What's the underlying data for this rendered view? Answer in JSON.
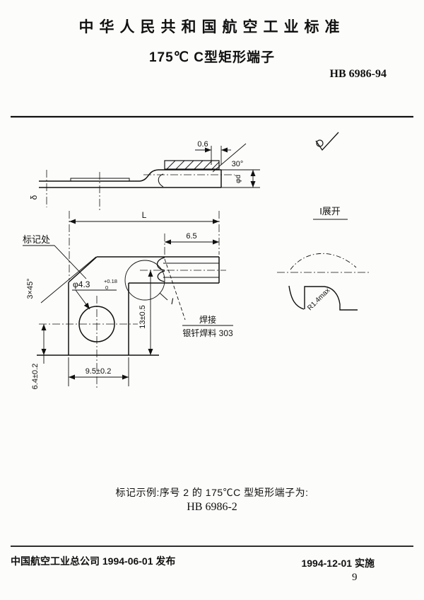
{
  "header": {
    "title": "中华人民共和国航空工业标准",
    "subtitle": "175℃ C型矩形端子",
    "standard_no": "HB 6986-94"
  },
  "drawing": {
    "surface_symbol": "no-material-removal-roughness-symbol",
    "side_view": {
      "thickness": "δ",
      "top_width": "0.6",
      "bevel_angle": "30°",
      "wire_dia": "φd"
    },
    "front_view": {
      "length": "L",
      "tongue_length": "6.5",
      "marking_label": "标记处",
      "chamfer": "3×45°",
      "hole_dia": "φ4.3",
      "hole_tol_upper": "+0.18",
      "hole_tol_lower": "0",
      "height": "13±0.5",
      "width": "9.5±0.2",
      "hole_offset": "6.4±0.2",
      "detail_ref": "I",
      "weld": "焊接",
      "solder": "银钎焊料 303"
    },
    "detail_view": {
      "title": "I展开",
      "radius": "R1.4max"
    }
  },
  "example": {
    "line1": "标记示例:序号 2 的 175℃C 型矩形端子为:",
    "line2": "HB 6986-2"
  },
  "footer": {
    "publisher": "中国航空工业总公司 1994-06-01 发布",
    "effective": "1994-12-01 实施",
    "page": "9"
  }
}
